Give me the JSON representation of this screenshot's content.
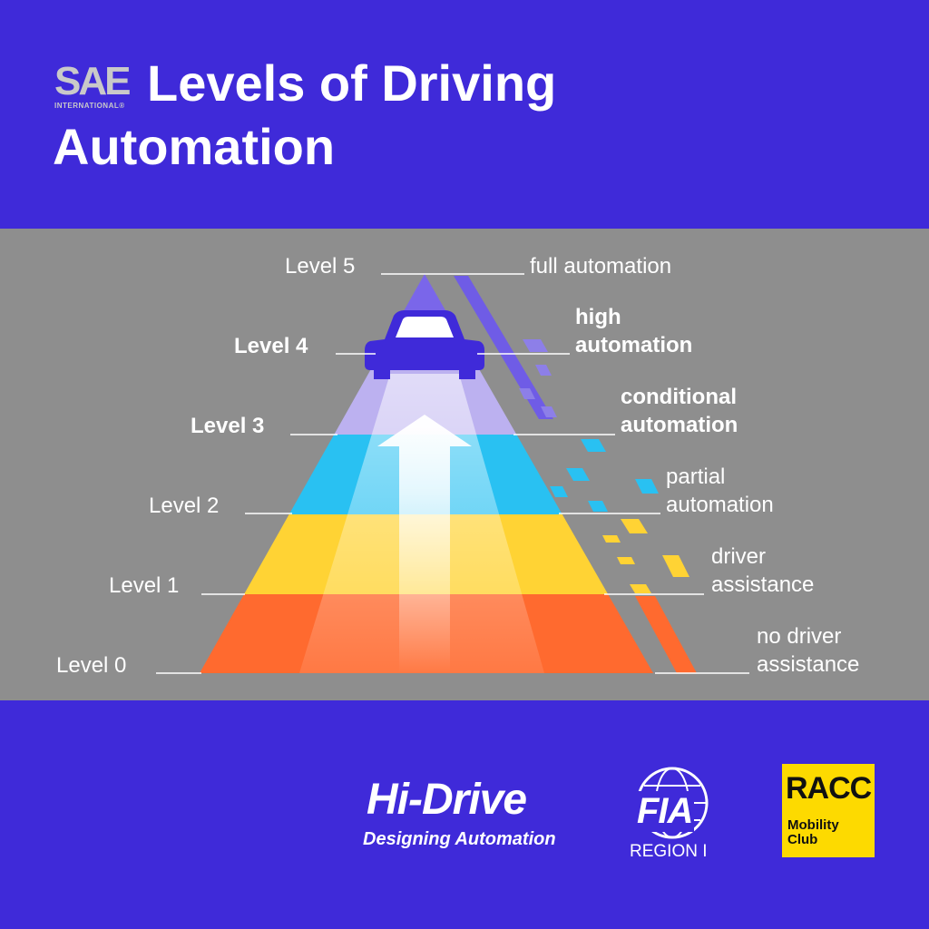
{
  "header": {
    "logo": {
      "mark": "SAE",
      "sub": "INTERNATIONAL®"
    },
    "title_line1": "Levels of Driving",
    "title_line2": "Automation"
  },
  "diagram": {
    "levels": [
      {
        "label": "Level 0",
        "description_line1": "no driver",
        "description_line2": "assistance",
        "color": "#ff6a2f",
        "emphasis": false
      },
      {
        "label": "Level 1",
        "description_line1": "driver",
        "description_line2": "assistance",
        "color": "#ffd334",
        "emphasis": false
      },
      {
        "label": "Level 2",
        "description_line1": "partial",
        "description_line2": "automation",
        "color": "#29c1f2",
        "emphasis": false
      },
      {
        "label": "Level 3",
        "description_line1": "conditional",
        "description_line2": "automation",
        "color": "#bcb1f0",
        "emphasis": true
      },
      {
        "label": "Level 4",
        "description_line1": "high",
        "description_line2": "automation",
        "color": "#8d7fe8",
        "emphasis": true
      },
      {
        "label": "Level 5",
        "description_line1": "full automation",
        "description_line2": "",
        "color": "#7a66ea",
        "emphasis": false
      }
    ],
    "icons": [
      "car-icon",
      "up-arrow-icon"
    ]
  },
  "footer": {
    "hidrive": {
      "name": "Hi-Drive",
      "tagline": "Designing Automation"
    },
    "fia": {
      "name": "FIA",
      "region": "REGION I"
    },
    "racc": {
      "name": "RACC",
      "sub_line1": "Mobility",
      "sub_line2": "Club",
      "color": "#fdda00"
    }
  },
  "colors": {
    "background": "#3f2ad9",
    "diagram_band": "#8e8e8e"
  }
}
